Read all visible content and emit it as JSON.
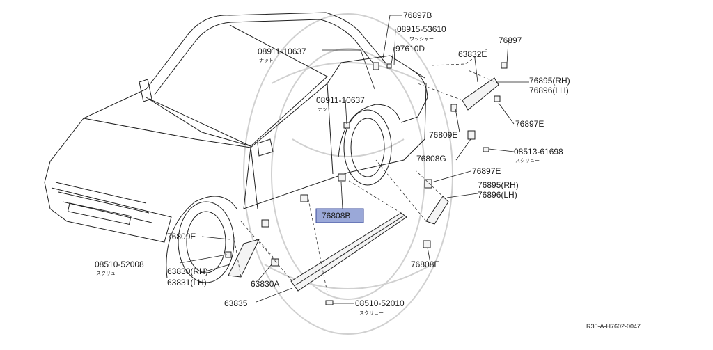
{
  "labels": {
    "p76897b": "76897B",
    "p08915": "08915-53610",
    "p08915_sub": "ワッシャー",
    "p97610d": "97610D",
    "p08911_top": "08911-10637",
    "p08911_top_sub": "ナット",
    "p08911_mid": "08911-10637",
    "p08911_mid_sub": "ナット",
    "p63832e": "63832E",
    "p76897": "76897",
    "p76895_top": "76895(RH)",
    "p76896_top": "76896(LH)",
    "p76897e_top": "76897E",
    "p76809e_top": "76809E",
    "p76808g": "76808G",
    "p08513": "08513-61698",
    "p08513_sub": "スクリュー",
    "p76897e_mid": "76897E",
    "p76895_mid": "76895(RH)",
    "p76896_mid": "76896(LH)",
    "p76808b": "76808B",
    "p76809e_left": "76809E",
    "p08510_left": "08510-52008",
    "p08510_left_sub": "スクリュー",
    "p63830": "63830(RH)",
    "p63831": "63831(LH)",
    "p63830a": "63830A",
    "p63835": "63835",
    "p08510_bot": "08510-52010",
    "p08510_bot_sub": "スクリュー",
    "p76808e": "76808E"
  },
  "reference_code": "R30-A-H7602-0047",
  "colors": {
    "line": "#1a1a1a",
    "highlight_fill": "#9aa8d8",
    "highlight_border": "#3a4a9a",
    "watermark": "#d0d0d0"
  }
}
